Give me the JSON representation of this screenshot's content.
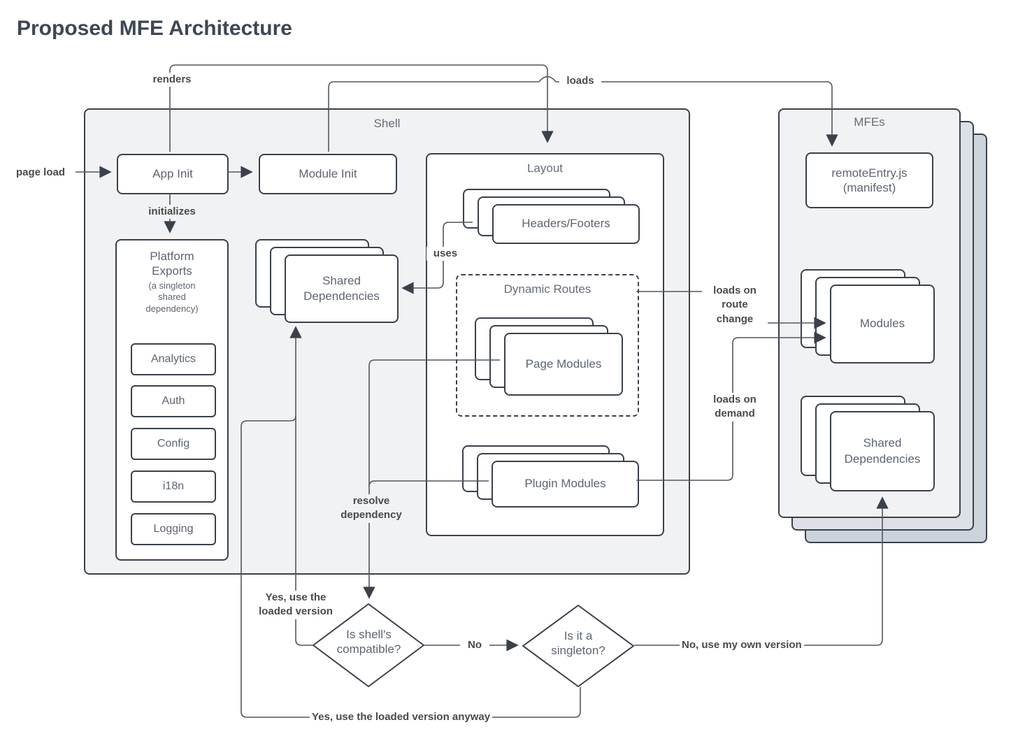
{
  "title": "Proposed MFE Architecture",
  "shell": {
    "label": "Shell",
    "app_init": "App Init",
    "module_init": "Module Init",
    "platform_exports": {
      "title": "Platform Exports",
      "subtitle": "(a singleton shared dependency)",
      "items": [
        "Analytics",
        "Auth",
        "Config",
        "i18n",
        "Logging"
      ]
    },
    "shared_dependencies": "Shared Dependencies",
    "layout": {
      "label": "Layout",
      "headers_footers": "Headers/Footers",
      "dynamic_routes": "Dynamic Routes",
      "page_modules": "Page Modules",
      "plugin_modules": "Plugin Modules"
    }
  },
  "mfes": {
    "label": "MFEs",
    "remote_entry": "remoteEntry.js\n(manifest)",
    "modules": "Modules",
    "shared_dependencies": "Shared Dependencies"
  },
  "decisions": {
    "shell_compatible": "Is shell's compatible?",
    "is_singleton": "Is it a singleton?"
  },
  "edge_labels": {
    "page_load": "page load",
    "renders": "renders",
    "loads": "loads",
    "initializes": "initializes",
    "uses": "uses",
    "loads_on_route_change": "loads on route change",
    "loads_on_demand": "loads on demand",
    "resolve_dependency": "resolve dependency",
    "yes_use_loaded": "Yes, use the loaded version",
    "no": "No",
    "no_use_own": "No, use my own version",
    "yes_use_loaded_anyway": "Yes, use the loaded version anyway"
  },
  "colors": {
    "container_fill": "#f1f2f4",
    "mfe_layer2_fill": "#dde1e7",
    "mfe_layer3_fill": "#ccd3db",
    "border": "#3a414b",
    "connector": "#50575f",
    "box_text": "#5d6571",
    "edge_label_text": "#4a4a4a",
    "title_text": "#3e4853"
  }
}
